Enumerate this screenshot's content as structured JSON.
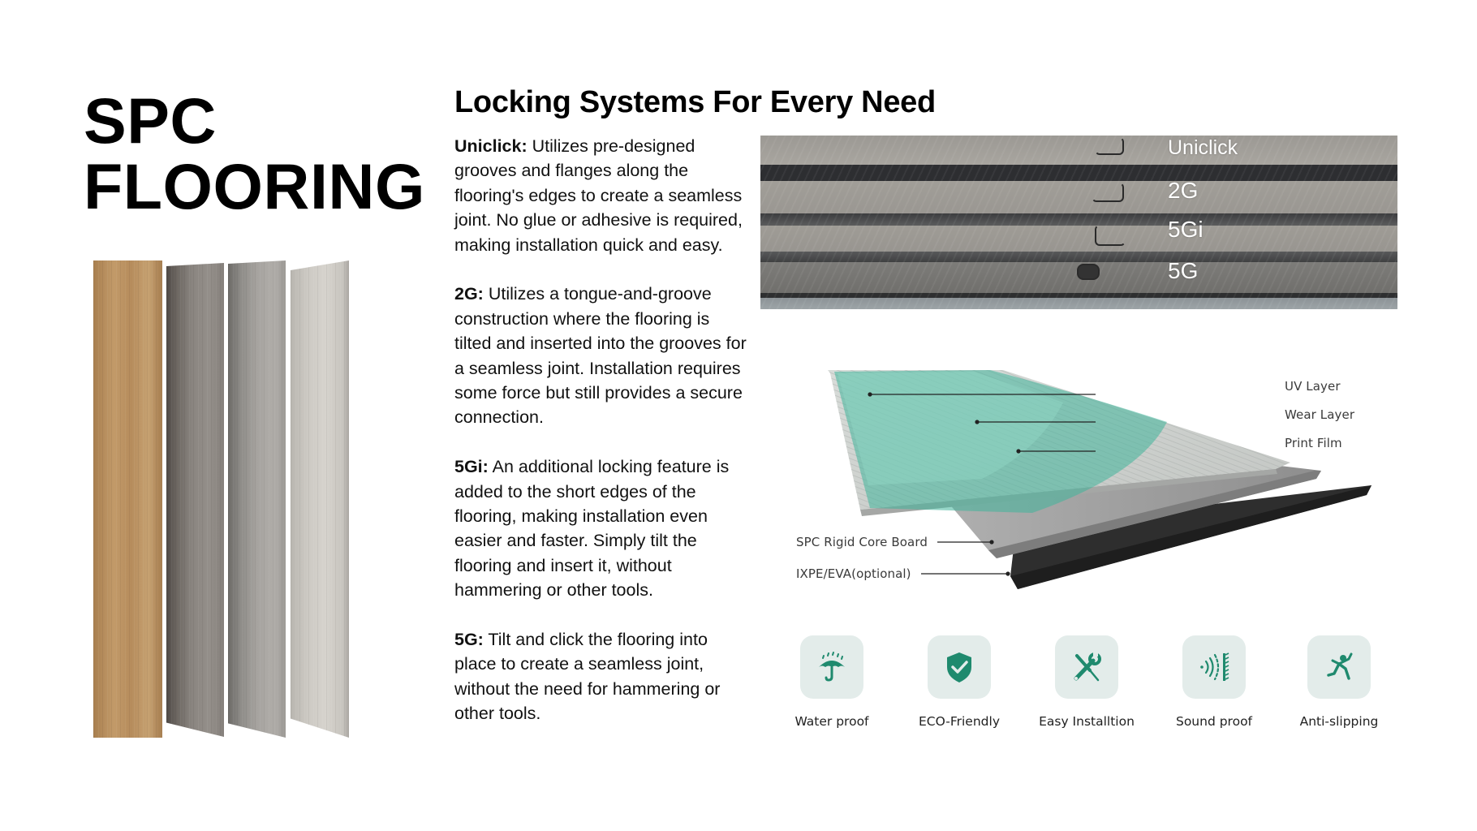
{
  "title": {
    "line1": "SPC",
    "line2": "FLOORING"
  },
  "planks": [
    {
      "color": "#b68c5c",
      "label": "oak-natural"
    },
    {
      "color": "#7a746f",
      "label": "dark-grey"
    },
    {
      "color": "#a19e9a",
      "label": "mid-grey"
    },
    {
      "color": "#ccc9c3",
      "label": "light-grey"
    }
  ],
  "heading": "Locking Systems For Every Need",
  "systems": [
    {
      "name": "Uniclick:",
      "description": " Utilizes pre-designed grooves and flanges along the flooring's edges to create a seamless joint. No glue or adhesive is required, making installation quick and easy."
    },
    {
      "name": "2G:",
      "description": " Utilizes a tongue-and-groove construction where the flooring is tilted and inserted into the grooves for a seamless joint. Installation requires some force but still provides a secure connection."
    },
    {
      "name": "5Gi:",
      "description": " An additional locking feature is added to the short edges of the flooring, making installation even easier and faster. Simply tilt the flooring and insert it, without hammering or other tools."
    },
    {
      "name": "5G:",
      "description": " Tilt and click the flooring into place to create a seamless joint, without the need for hammering or other tools."
    }
  ],
  "lock_photo": {
    "labels": [
      "Uniclick",
      "2G",
      "5Gi",
      "5G"
    ]
  },
  "layer_diagram": {
    "callouts": {
      "uv": "UV Layer",
      "wear": "Wear Layer",
      "print": "Print Film",
      "core": "SPC Rigid Core Board",
      "underlay": "IXPE/EVA(optional)"
    },
    "colors": {
      "uv_tint": "#3fb59a",
      "core": "#a9a9a9",
      "underlay": "#2f2f2f"
    }
  },
  "features": [
    {
      "icon": "umbrella-rain-icon",
      "label": "Water proof"
    },
    {
      "icon": "shield-check-icon",
      "label": "ECO-Friendly"
    },
    {
      "icon": "tools-icon",
      "label": "Easy Installtion"
    },
    {
      "icon": "sound-wall-icon",
      "label": "Sound proof"
    },
    {
      "icon": "slipping-person-icon",
      "label": "Anti-slipping"
    }
  ],
  "colors": {
    "accent": "#1f8a6e",
    "icon_bg": "#e3ecea",
    "text": "#000000",
    "background": "#ffffff"
  }
}
